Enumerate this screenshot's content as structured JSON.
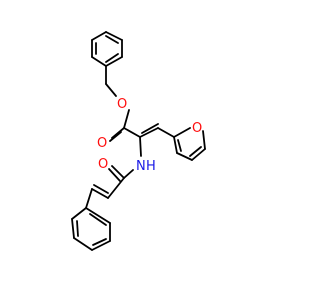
{
  "molecule": {
    "atom_labels": {
      "ester_o": "O",
      "carbonyl_o1": "O",
      "furan_o": "O",
      "amide_n": "N",
      "amide_h": "H",
      "amide_o": "O"
    },
    "colors": {
      "bond": "#000000",
      "oxygen": "#ff0d0d",
      "nitrogen": "#1a1ae6",
      "background": "#ffffff"
    }
  }
}
